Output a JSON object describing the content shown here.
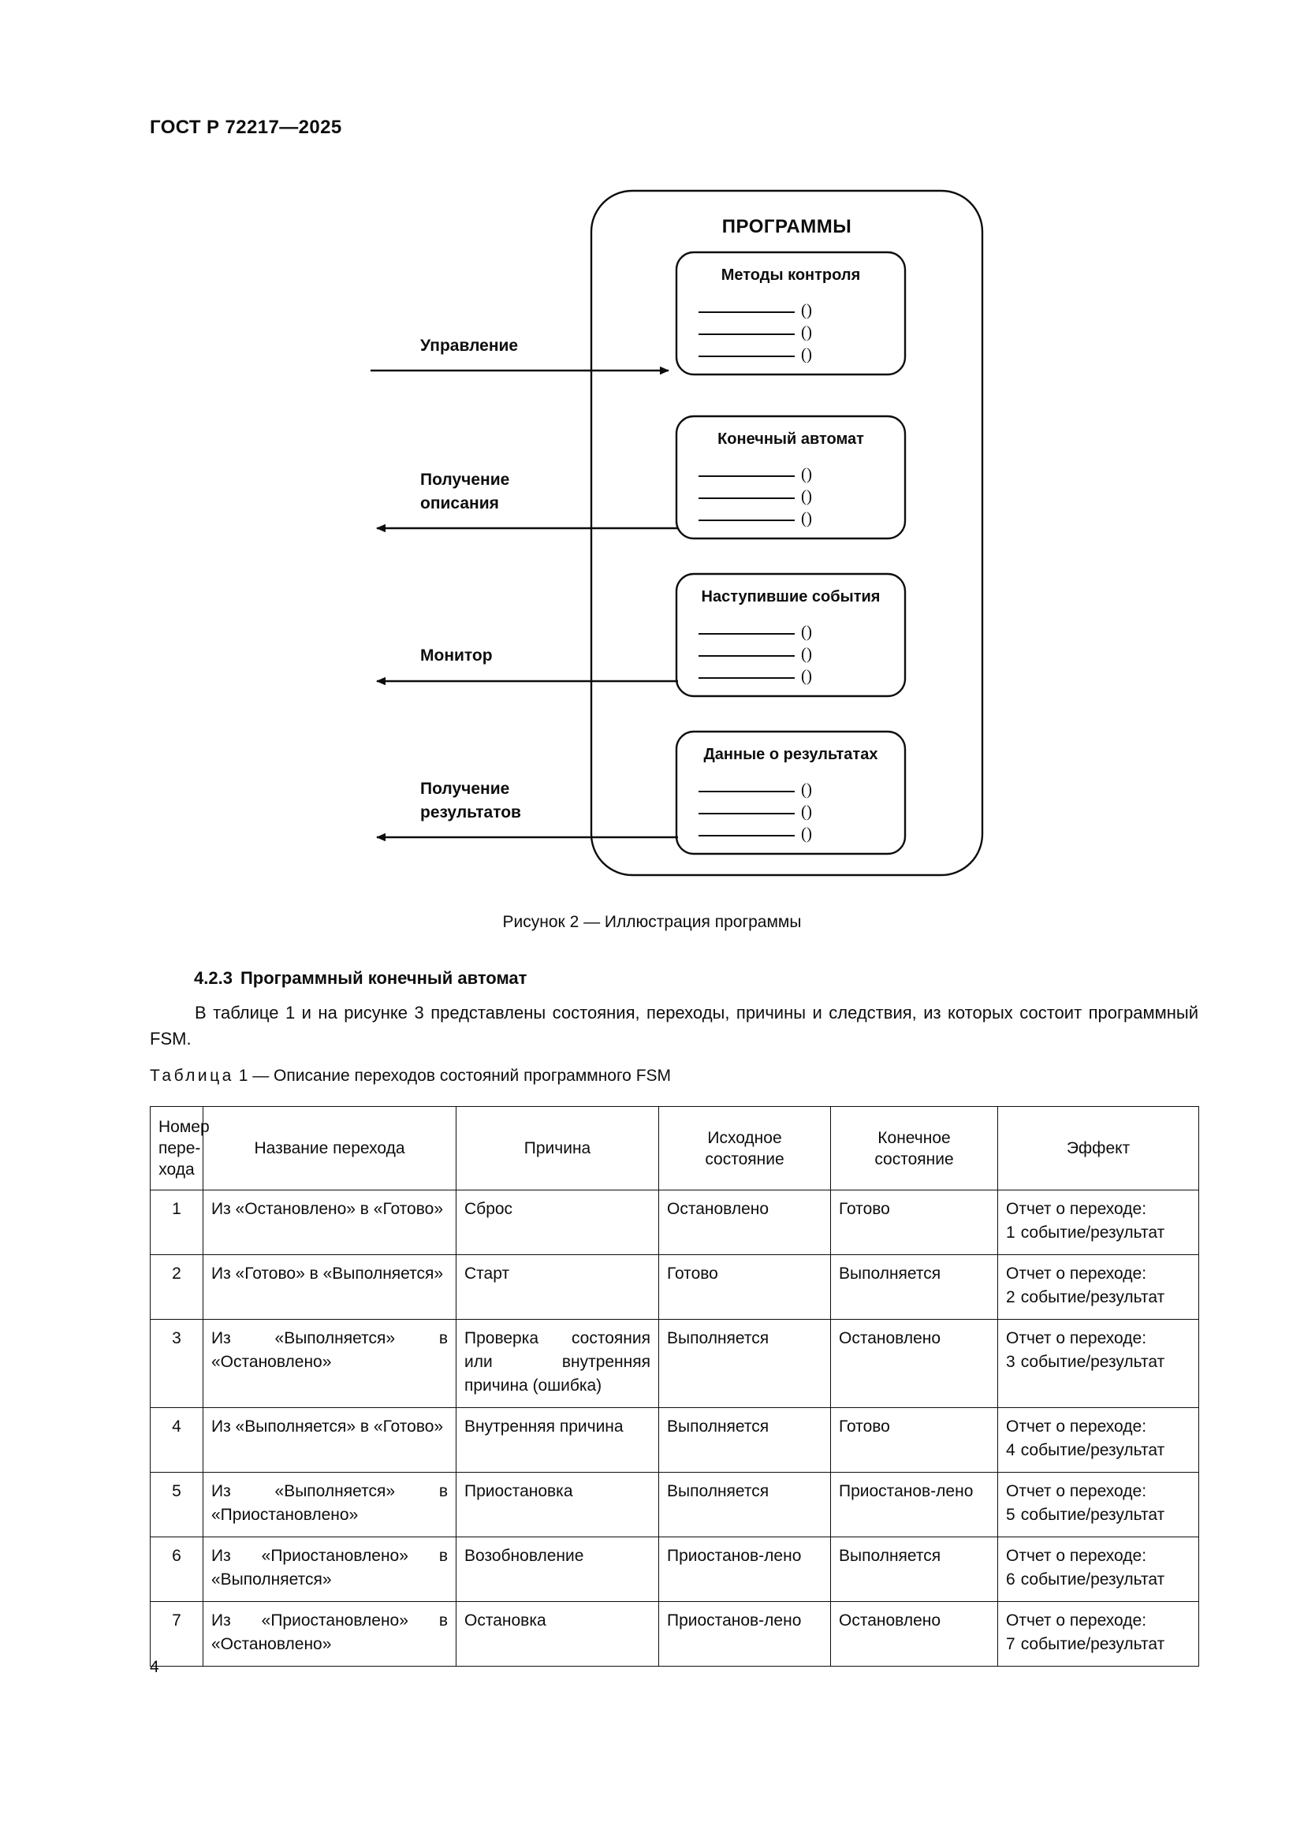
{
  "header": {
    "standard_id": "ГОСТ Р 72217—2025"
  },
  "figure": {
    "caption": "Рисунок 2 — Иллюстрация программы",
    "outer_title": "ПРОГРАММЫ",
    "boxes": [
      {
        "title": "Методы контроля",
        "slot_marker": "()",
        "slots": 3
      },
      {
        "title": "Конечный автомат",
        "slot_marker": "()",
        "slots": 3
      },
      {
        "title": "Наступившие события",
        "slot_marker": "()",
        "slots": 3
      },
      {
        "title": "Данные о результатах",
        "slot_marker": "()",
        "slots": 3
      }
    ],
    "flows": [
      {
        "label_line1": "Управление",
        "label_line2": "",
        "direction": "in"
      },
      {
        "label_line1": "Получение",
        "label_line2": "описания",
        "direction": "out"
      },
      {
        "label_line1": "Монитор",
        "label_line2": "",
        "direction": "out"
      },
      {
        "label_line1": "Получение",
        "label_line2": "результатов",
        "direction": "out"
      }
    ]
  },
  "clause": {
    "number": "4.2.3",
    "title": "Программный конечный автомат",
    "paragraph": "В таблице 1 и на рисунке 3 представлены состояния, переходы, причины и следствия, из которых состоит программный FSM."
  },
  "table": {
    "caption_word": "Таблица",
    "caption_rest": "1 — Описание переходов состояний программного FSM",
    "headers": [
      "Номер пере-хода",
      "Название перехода",
      "Причина",
      "Исходное состояние",
      "Конечное состояние",
      "Эффект"
    ],
    "header_lines": [
      [
        "Номер",
        "пере-",
        "хода"
      ],
      [
        "Название перехода"
      ],
      [
        "Причина"
      ],
      [
        "Исходное",
        "состояние"
      ],
      [
        "Конечное",
        "состояние"
      ],
      [
        "Эффект"
      ]
    ],
    "rows": [
      {
        "num": "1",
        "name": "Из «Остановлено» в «Готово»",
        "cause": "Сброс",
        "from": "Остановлено",
        "to": "Готово",
        "effect_line1": "Отчет о переходе:",
        "effect_num": "1",
        "effect_line2": "событие/результат"
      },
      {
        "num": "2",
        "name": "Из «Готово» в «Выполняется»",
        "cause": "Старт",
        "from": "Готово",
        "to": "Выполняется",
        "effect_line1": "Отчет о переходе:",
        "effect_num": "2",
        "effect_line2": "событие/результат"
      },
      {
        "num": "3",
        "name": "Из «Выполняется» в «Остановлено»",
        "cause": "Проверка состояния или внутренняя причина (ошибка)",
        "from": "Выполняется",
        "to": "Остановлено",
        "effect_line1": "Отчет о переходе:",
        "effect_num": "3",
        "effect_line2": "событие/результат"
      },
      {
        "num": "4",
        "name": "Из «Выполняется» в «Готово»",
        "cause": "Внутренняя причина",
        "from": "Выполняется",
        "to": "Готово",
        "effect_line1": "Отчет о переходе:",
        "effect_num": "4",
        "effect_line2": "событие/результат"
      },
      {
        "num": "5",
        "name": "Из «Выполняется» в «Приостановлено»",
        "cause": "Приостановка",
        "from": "Выполняется",
        "to": "Приостанов-лено",
        "effect_line1": "Отчет о переходе:",
        "effect_num": "5",
        "effect_line2": "событие/результат"
      },
      {
        "num": "6",
        "name": "Из «Приостановлено» в «Выполняется»",
        "cause": "Возобновление",
        "from": "Приостанов-лено",
        "to": "Выполняется",
        "effect_line1": "Отчет о переходе:",
        "effect_num": "6",
        "effect_line2": "событие/результат"
      },
      {
        "num": "7",
        "name": "Из «Приостановлено» в «Остановлено»",
        "cause": "Остановка",
        "from": "Приостанов-лено",
        "to": "Остановлено",
        "effect_line1": "Отчет о переходе:",
        "effect_num": "7",
        "effect_line2": "событие/результат"
      }
    ]
  },
  "footer": {
    "page_number": "4"
  },
  "colors": {
    "ink": "#0d0d0d",
    "paper": "#ffffff"
  }
}
